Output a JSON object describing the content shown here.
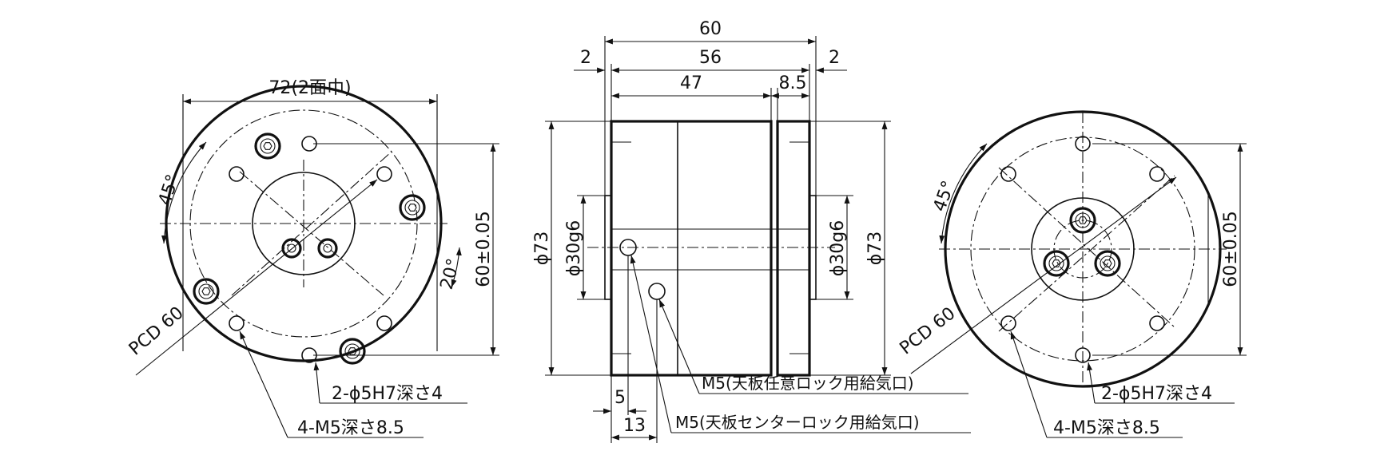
{
  "left_view": {
    "width_72": "72(2面巾)",
    "height_60": "60±0.05",
    "angle_45": "45°",
    "angle_20": "20°",
    "pcd": "PCD 60",
    "hole_dowel": "2-ϕ5H7深さ4",
    "hole_tap": "4-M5深さ8.5"
  },
  "center_view": {
    "dim_60": "60",
    "dim_56": "56",
    "dim_47": "47",
    "dim_8_5": "8.5",
    "dim_2_left": "2",
    "dim_2_right": "2",
    "dia_73_left": "ϕ73",
    "dia_30_left": "ϕ30g6",
    "dia_30_right": "ϕ30g6",
    "dia_73_right": "ϕ73",
    "dim_5": "5",
    "dim_13": "13",
    "port_any": "M5(天板任意ロック用給気口)",
    "port_center": "M5(天板センターロック用給気口)"
  },
  "right_view": {
    "height_60": "60±0.05",
    "angle_45": "45°",
    "pcd": "PCD 60",
    "hole_dowel": "2-ϕ5H7深さ4",
    "hole_tap": "4-M5深さ8.5"
  }
}
